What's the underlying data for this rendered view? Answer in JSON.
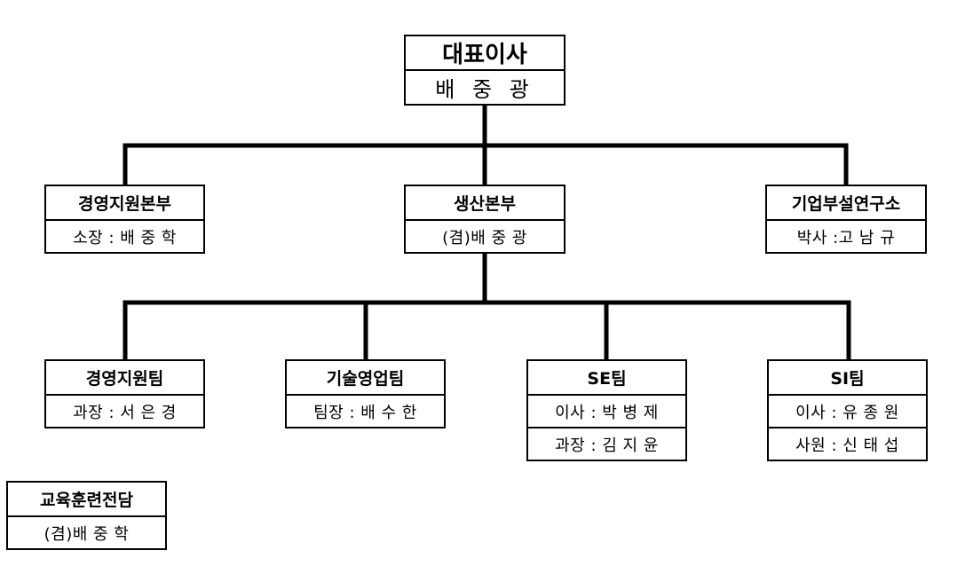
{
  "org_chart": {
    "ceo": {
      "title": "대표이사",
      "name": "배 중 광"
    },
    "divisions": [
      {
        "title": "경영지원본부",
        "lines": [
          "소장 : 배 중 학"
        ]
      },
      {
        "title": "생산본부",
        "lines": [
          "(겸)배 중 광"
        ]
      },
      {
        "title": "기업부설연구소",
        "lines": [
          "박사 :고 남 규"
        ]
      }
    ],
    "teams": [
      {
        "title": "경영지원팀",
        "lines": [
          "과장 : 서 은 경"
        ]
      },
      {
        "title": "기술영업팀",
        "lines": [
          "팀장 : 배 수 한"
        ]
      },
      {
        "title": "SE팀",
        "lines": [
          "이사 : 박 병 제",
          "과장 : 김 지 윤"
        ]
      },
      {
        "title": "SI팀",
        "lines": [
          "이사 : 유 종 원",
          "사원 : 신 태 섭"
        ]
      }
    ],
    "education": {
      "title": "교육훈련전담",
      "lines": [
        "(겸)배 중 학"
      ]
    }
  }
}
